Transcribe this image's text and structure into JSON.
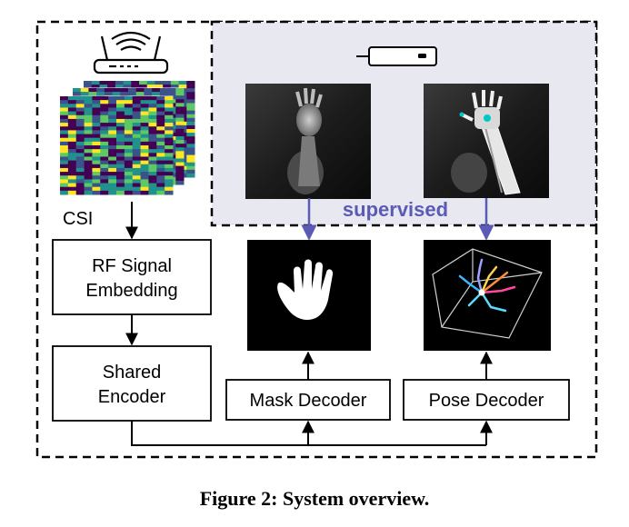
{
  "diagram": {
    "csi_label": "CSI",
    "supervised_label": "supervised",
    "boxes": {
      "rf_embedding": [
        "RF Signal",
        "Embedding"
      ],
      "shared_encoder": [
        "Shared",
        "Encoder"
      ],
      "mask_decoder": "Mask Decoder",
      "pose_decoder": "Pose Decoder"
    },
    "colors": {
      "supervised_accent": "#5b5bb5",
      "camera_region_fill": "#e8e8f0",
      "box_stroke": "#000000"
    },
    "icons": [
      "wifi-router-icon",
      "depth-camera-icon",
      "hand-mask-icon",
      "hand-pose-icon"
    ]
  },
  "caption": "Figure 2: System overview."
}
